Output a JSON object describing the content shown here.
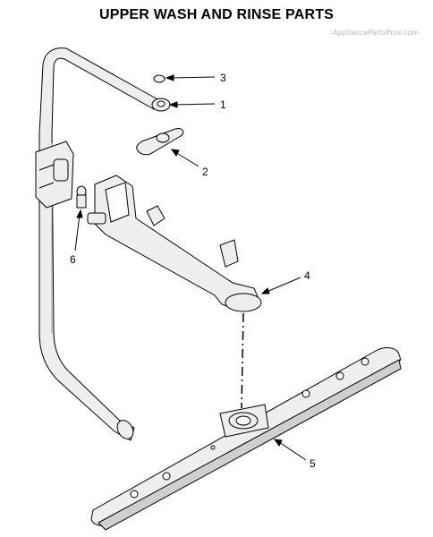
{
  "title": "UPPER WASH AND RINSE PARTS",
  "watermark": "AppliancePartsPros.com",
  "callouts": [
    {
      "id": "3",
      "label": "3"
    },
    {
      "id": "1",
      "label": "1"
    },
    {
      "id": "2",
      "label": "2"
    },
    {
      "id": "6",
      "label": "6"
    },
    {
      "id": "4",
      "label": "4"
    },
    {
      "id": "5",
      "label": "5"
    }
  ],
  "colors": {
    "line": "#000000",
    "fill": "#eeeeee",
    "shadow": "#9a9a9a"
  }
}
